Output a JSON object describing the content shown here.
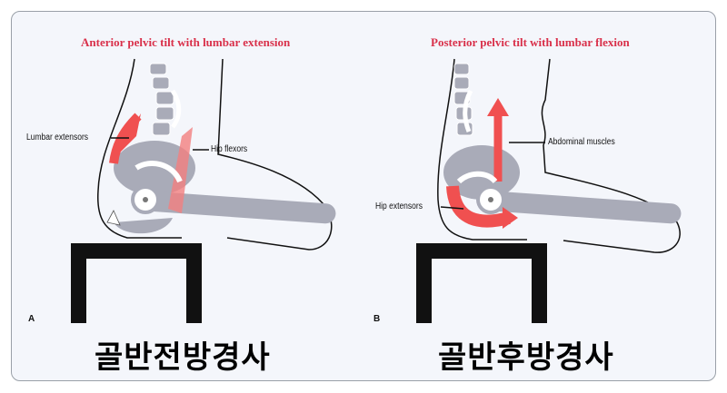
{
  "panels": [
    {
      "letter": "A",
      "title": "Anterior pelvic tilt with lumbar extension",
      "labels": [
        "Lumbar extensors",
        "Hip flexors"
      ],
      "caption": "골반전방경사"
    },
    {
      "letter": "B",
      "title": "Posterior pelvic tilt with lumbar flexion",
      "labels": [
        "Abdominal muscles",
        "Hip extensors"
      ],
      "caption": "골반후방경사"
    }
  ],
  "colors": {
    "accent": "#d9304a",
    "muscle": "#f05050",
    "bone": "#a9abb8"
  }
}
